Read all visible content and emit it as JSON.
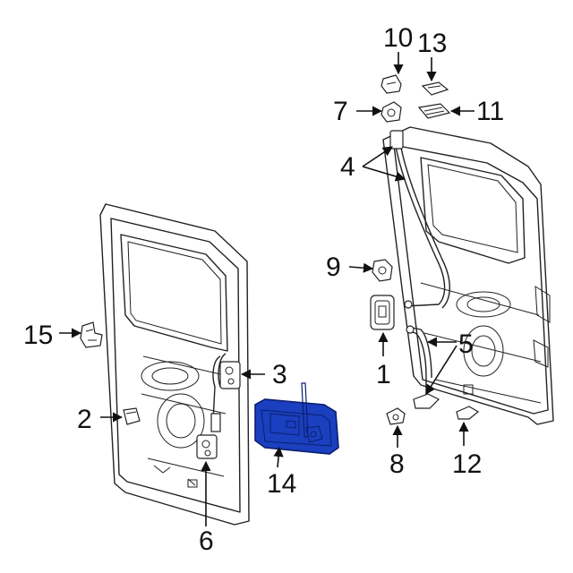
{
  "diagram": {
    "highlight_color": "#1a3fbf",
    "callouts": {
      "c1": "1",
      "c2": "2",
      "c3": "3",
      "c4": "4",
      "c5": "5",
      "c6": "6",
      "c7": "7",
      "c8": "8",
      "c9": "9",
      "c10": "10",
      "c11": "11",
      "c12": "12",
      "c13": "13",
      "c14": "14",
      "c15": "15"
    }
  }
}
